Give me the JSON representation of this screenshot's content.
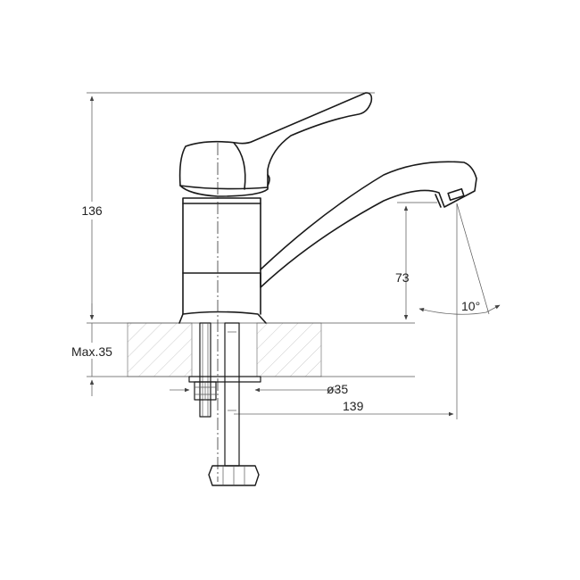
{
  "dimensions": {
    "height_total": "136",
    "spout_height": "73",
    "max_thickness": "Max.35",
    "hole_diameter": "ø35",
    "reach": "139",
    "spout_angle": "10°"
  }
}
